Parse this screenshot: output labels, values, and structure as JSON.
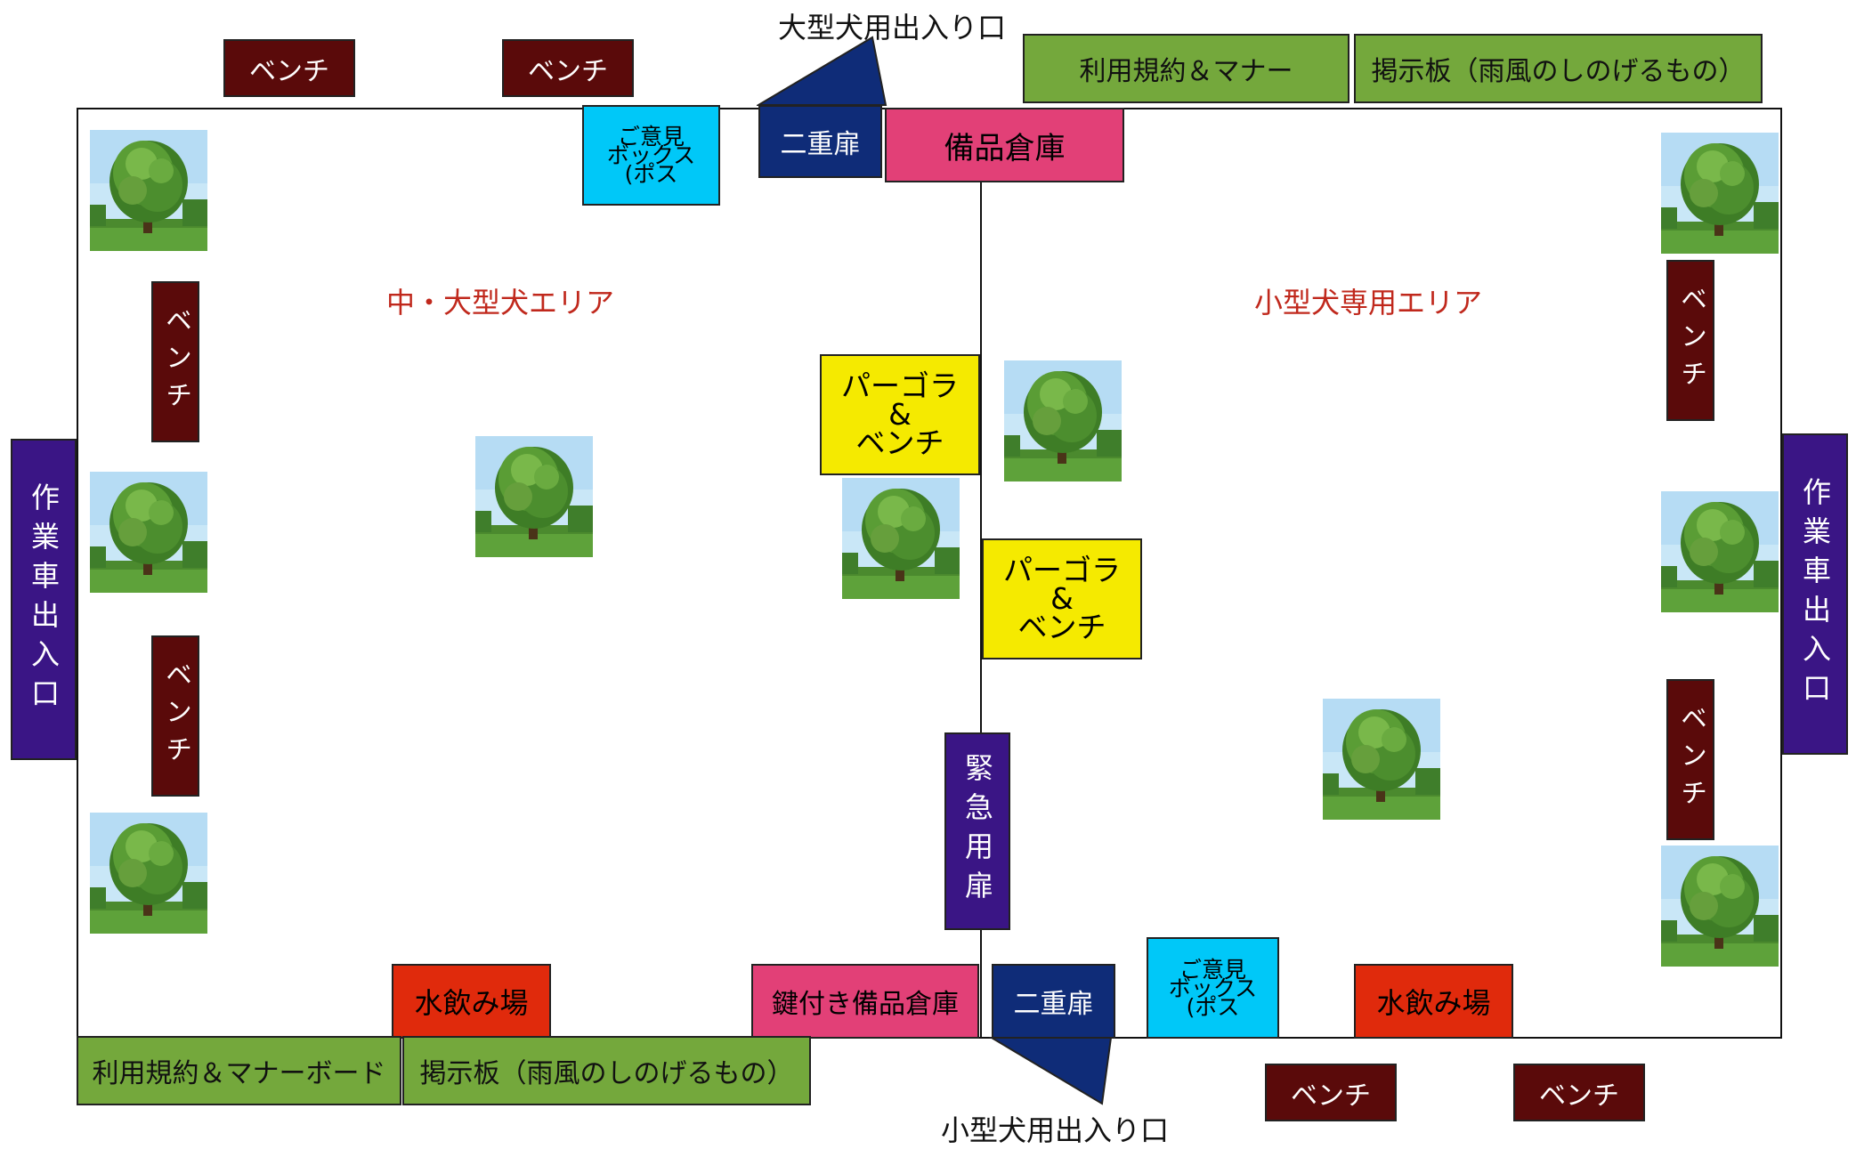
{
  "labels": {
    "bench": "ベンチ",
    "rules_top": "利用規約＆マナー",
    "board": "掲示板（雨風のしのげるもの）",
    "rules_bottom": "利用規約＆マナーボード",
    "large_entrance": "大型犬用出入り口",
    "small_entrance": "小型犬用出入り口",
    "opinion_box": "ご意見\nボックス\n(ポス",
    "double_door": "二重扉",
    "storage": "備品倉庫",
    "locked_storage": "鍵付き備品倉庫",
    "pergola": "パーゴラ\n&\nベンチ",
    "emergency_door": "緊急用扉",
    "water": "水飲み場",
    "vehicle_entrance": "作業車出入口",
    "left_area": "中・大型犬エリア",
    "right_area": "小型犬専用エリア"
  },
  "colors": {
    "bench": "#5a0a0a",
    "rules_board": "#74a83c",
    "opinion_box": "#00c8f8",
    "double_door": "#0f2c78",
    "storage": "#e24077",
    "pergola": "#f5ea00",
    "water": "#e02a0c",
    "vehicle_entrance": "#3a1585",
    "area_label": "#c0281c"
  },
  "icons": {
    "tree": "tree-image"
  }
}
